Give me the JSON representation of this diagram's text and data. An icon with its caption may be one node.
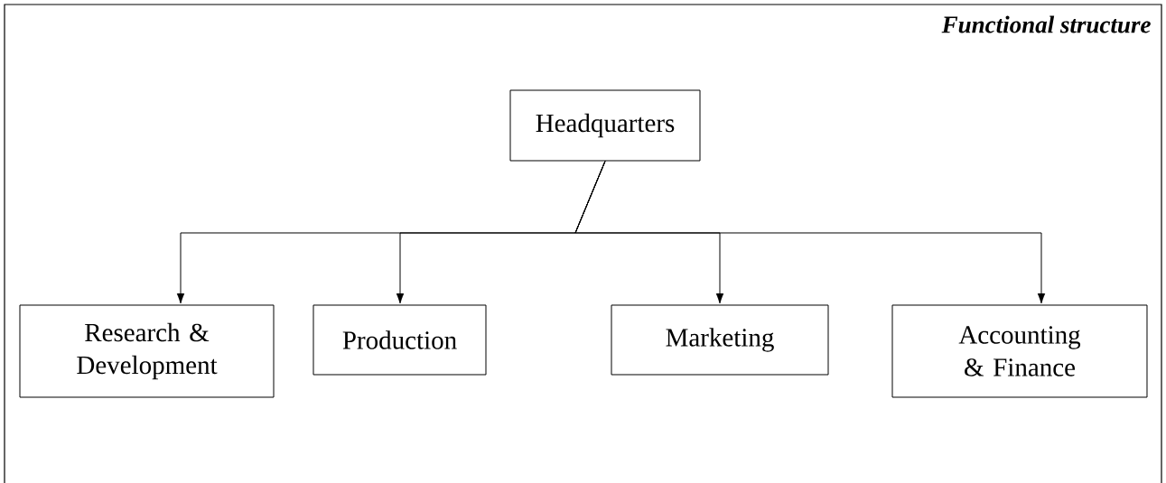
{
  "diagram": {
    "title": "Functional structure",
    "nodes": [
      {
        "text": [
          "Headquarters"
        ]
      },
      {
        "text": [
          "Research & Development"
        ]
      },
      {
        "text": [
          "Production"
        ]
      },
      {
        "text": [
          "Marketing"
        ]
      },
      {
        "text": [
          "Accounting & Finance"
        ]
      }
    ],
    "edges": [
      {
        "from": 0,
        "to": 1,
        "arrow": "to"
      },
      {
        "from": 0,
        "to": 2,
        "arrow": "to"
      },
      {
        "from": 0,
        "to": 3,
        "arrow": "to"
      },
      {
        "from": 0,
        "to": 4,
        "arrow": "to"
      }
    ]
  }
}
